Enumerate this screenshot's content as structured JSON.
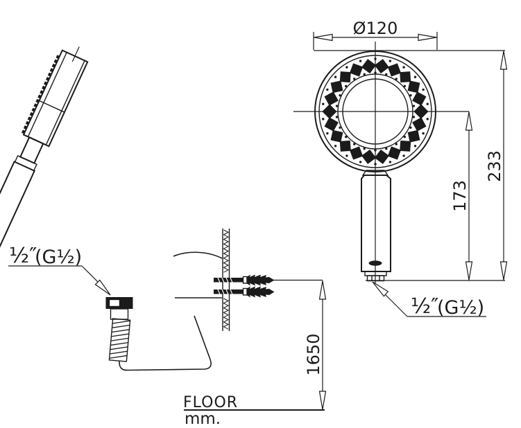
{
  "dimensions": {
    "head_diameter": "Ø120",
    "overall_height": "233",
    "center_to_outlet": "173",
    "mounting_height": "1650"
  },
  "labels": {
    "hose_connection_size": "½″",
    "hose_connection_thread": "(G½)",
    "outlet_connection_size": "½″",
    "outlet_connection_thread": "(G½)",
    "floor": "FLOOR",
    "units": "mm."
  },
  "colors": {
    "line": "#1b1b1b",
    "background": "#ffffff"
  }
}
